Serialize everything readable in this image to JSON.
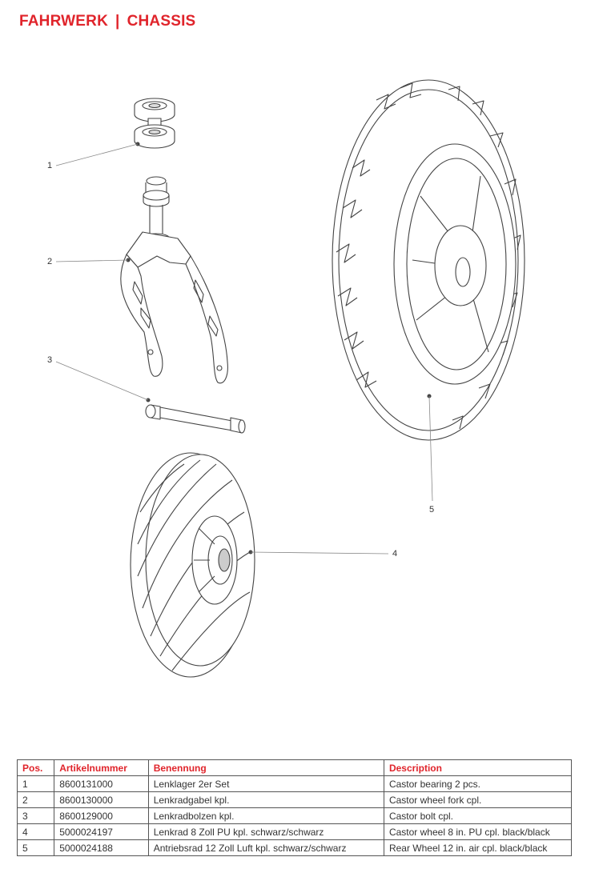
{
  "header": {
    "title_de": "FAHRWERK",
    "separator": "|",
    "title_en": "CHASSIS"
  },
  "callouts": [
    "1",
    "2",
    "3",
    "4",
    "5"
  ],
  "colors": {
    "accent": "#e0242b",
    "line": "#444444"
  },
  "table": {
    "headers": [
      "Pos.",
      "Artikelnummer",
      "Benennung",
      "Description"
    ],
    "rows": [
      [
        "1",
        "8600131000",
        "Lenklager 2er Set",
        "Castor bearing 2 pcs."
      ],
      [
        "2",
        "8600130000",
        "Lenkradgabel kpl.",
        "Castor wheel fork cpl."
      ],
      [
        "3",
        "8600129000",
        "Lenkradbolzen kpl.",
        "Castor bolt cpl."
      ],
      [
        "4",
        "5000024197",
        "Lenkrad 8 Zoll PU kpl. schwarz/schwarz",
        "Castor wheel 8 in. PU cpl. black/black"
      ],
      [
        "5",
        "5000024188",
        "Antriebsrad 12 Zoll Luft kpl. schwarz/schwarz",
        "Rear Wheel 12 in. air cpl. black/black"
      ]
    ]
  }
}
